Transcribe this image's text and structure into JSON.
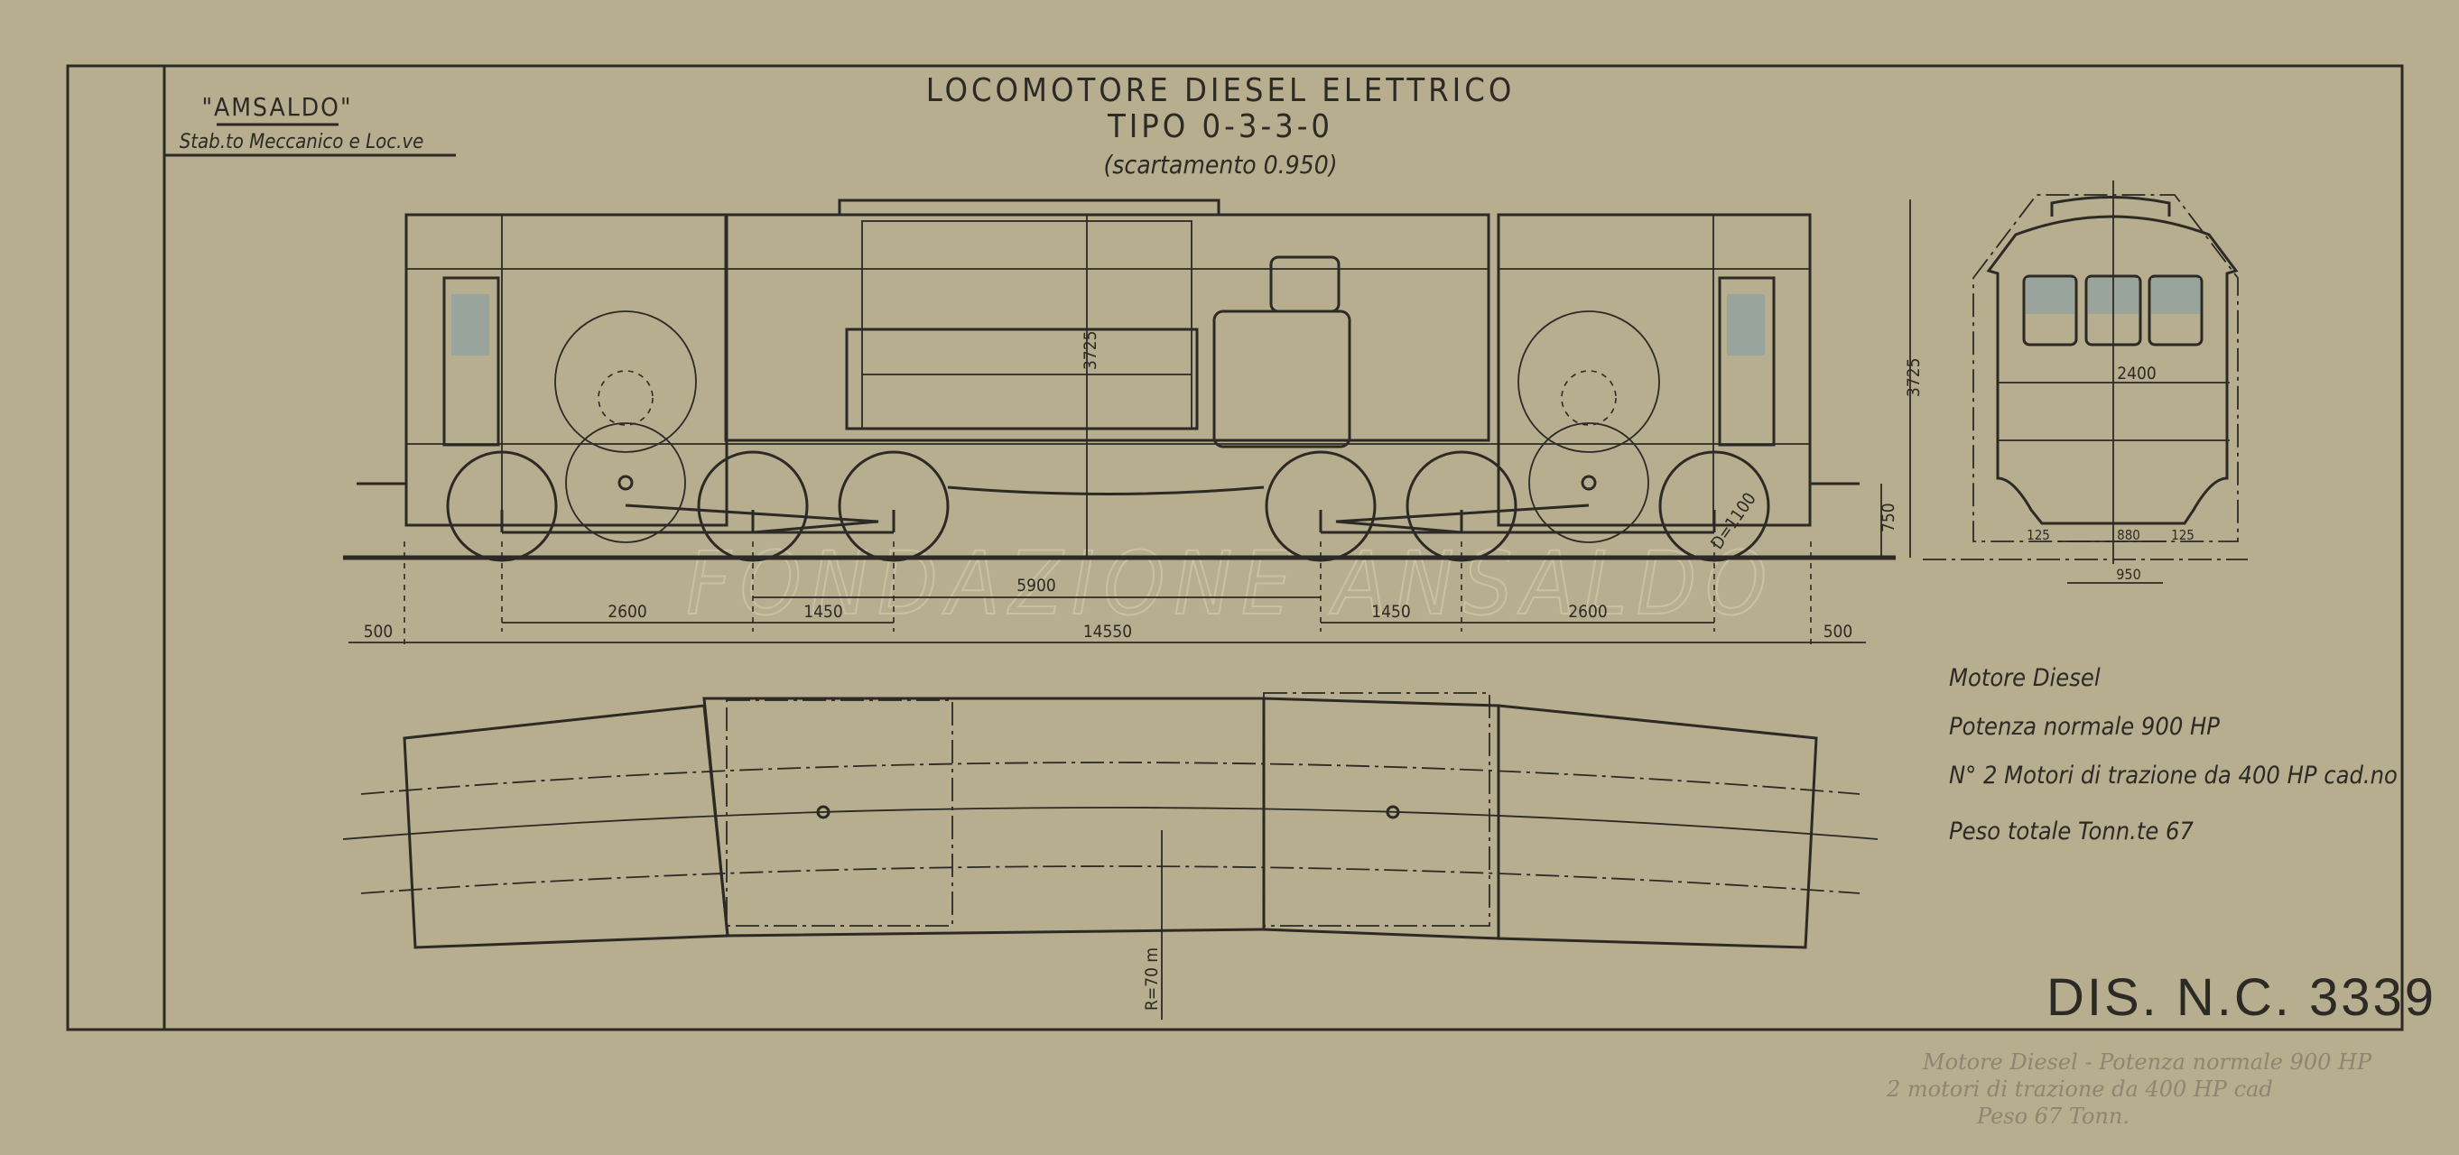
{
  "header": {
    "company": "\"AMSALDO\"",
    "subtitle": "Stab.to Meccanico e Loc.ve",
    "title_line1": "LOCOMOTORE DIESEL ELETTRICO",
    "title_line2": "TIPO 0-3-3-0",
    "title_line3": "(scartamento 0.950)"
  },
  "side_view": {
    "dims": {
      "height": "3725",
      "buffer_height": "750",
      "bogie_centers": "5900",
      "wheelbase_left_a": "2600",
      "wheelbase_left_b": "1450",
      "wheelbase_right_b": "1450",
      "wheelbase_right_a": "2600",
      "overhang_left": "500",
      "length": "14550",
      "overhang_right": "500",
      "wheel_diameter": "D=1100"
    }
  },
  "end_view": {
    "dims": {
      "height": "3725",
      "width": "2400",
      "left_flange": "125",
      "inner_gauge": "880",
      "right_flange": "125",
      "gauge": "950"
    }
  },
  "plan_view": {
    "radius": "R=70 m"
  },
  "specs": {
    "line1": "Motore Diesel",
    "line2": "Potenza normale 900 HP",
    "line3": "N° 2 Motori di trazione da 400 HP cad.no",
    "line4": "Peso totale Tonn.te 67"
  },
  "drawing_number": "DIS. N.C. 3339",
  "watermark": "FONDAZIONE ANSALDO",
  "handwritten_note": {
    "line1": "Motore Diesel - Potenza normale 900 HP",
    "line2": "2 motori di trazione da 400 HP cad",
    "line3": "Peso 67 Tonn."
  }
}
